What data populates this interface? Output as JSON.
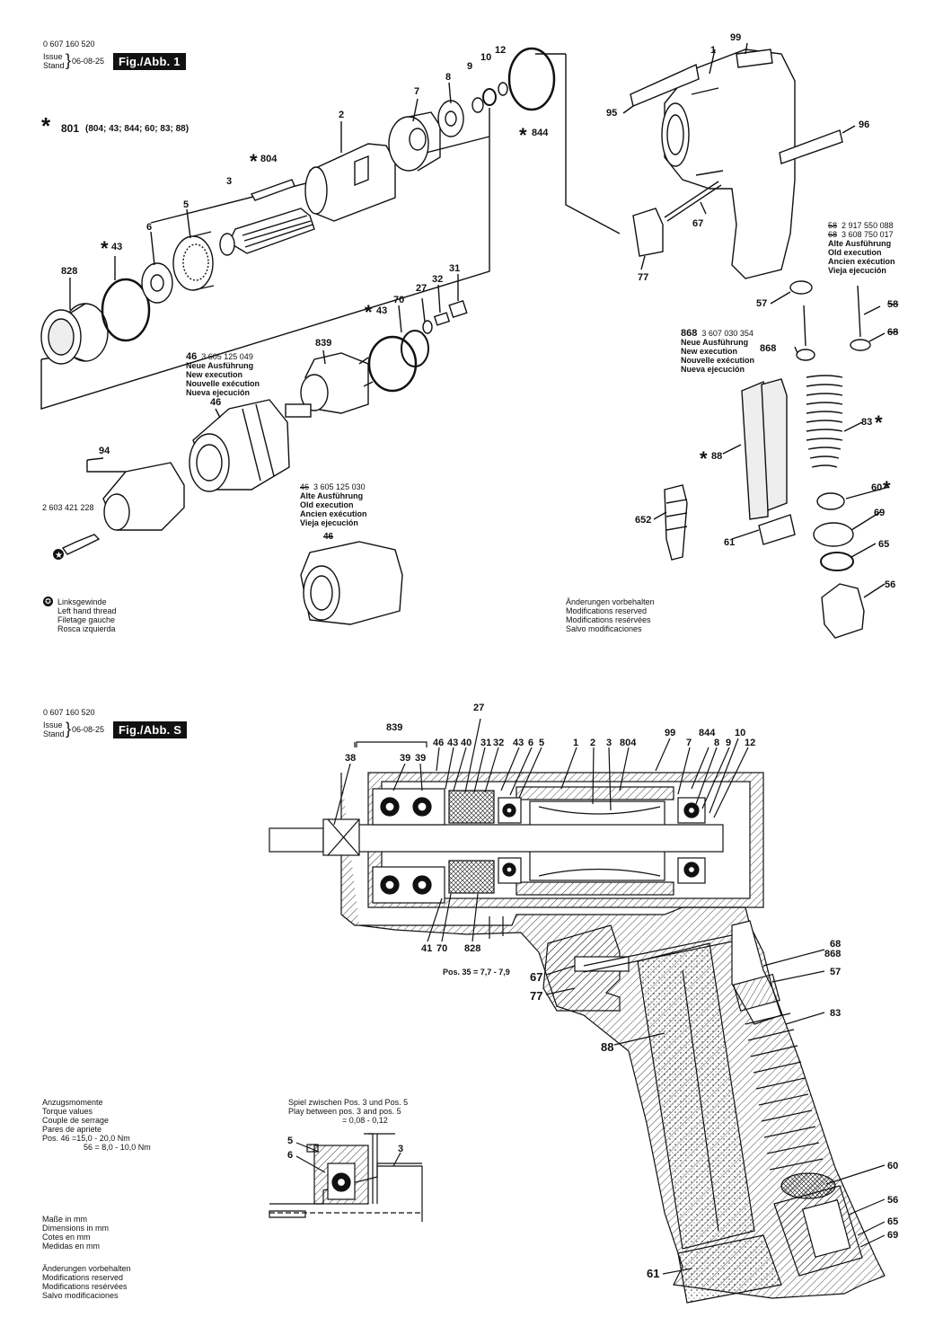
{
  "sheet1": {
    "part_number": "0 607 160 520",
    "issue_label": "Issue",
    "stand_label": "Stand",
    "issue_date": "06-08-25",
    "figure_title": "Fig./Abb. 1",
    "kit_line_num": "801",
    "kit_line_items": "(804; 43; 844; 60; 83; 88)",
    "callouts": {
      "c99": "99",
      "c1": "1",
      "c95": "95",
      "c96": "96",
      "c67": "67",
      "c77": "77",
      "c12": "12",
      "c10": "10",
      "c9": "9",
      "c8": "8",
      "c7": "7",
      "c2": "2",
      "c844": "844",
      "c804": "804",
      "c3": "3",
      "c5": "5",
      "c6": "6",
      "c43a": "43",
      "c828": "828",
      "c31": "31",
      "c32": "32",
      "c27": "27",
      "c70": "70",
      "c43b": "43",
      "c839": "839",
      "c46": "46",
      "c94": "94",
      "c57": "57",
      "c868": "868",
      "c83": "83",
      "c88": "88",
      "c60": "60",
      "c69": "69",
      "c65": "65",
      "c56": "56",
      "c652": "652",
      "c61": "61",
      "c58": "58",
      "c68": "68",
      "c46old": "46"
    },
    "notes": {
      "n46_num": "46",
      "n46_code": "3 605 125 049",
      "n46_lines": [
        "Neue Ausführung",
        "New execution",
        "Nouvelle exécution",
        "Nueva ejecución"
      ],
      "old46_num": "46",
      "old46_code": "3 605 125 030",
      "old46_lines": [
        "Alte Ausführung",
        "Old execution",
        "Ancien exécution",
        "Vieja ejecución"
      ],
      "n868_num": "868",
      "n868_code": "3 607 030 354",
      "n868_lines": [
        "Neue Ausführung",
        "New execution",
        "Nouvelle exécution",
        "Nueva ejecución"
      ],
      "old58_num": "58",
      "old58_code": "2 917 550 088",
      "old68_num": "68",
      "old68_code": "3 608 750 017",
      "old58_lines": [
        "Alte Ausführung",
        "Old execution",
        "Ancien exécution",
        "Vieja ejecución"
      ],
      "chuck_code": "2 603 421 228",
      "lefthand_lines": [
        "Linksgewinde",
        "Left hand thread",
        "Filetage gauche",
        "Rosca izquierda"
      ],
      "mods_lines": [
        "Änderungen vorbehalten",
        "Modifications reserved",
        "Modifications resérvées",
        "Salvo modificaciones"
      ]
    }
  },
  "sheet2": {
    "part_number": "0 607 160 520",
    "issue_label": "Issue",
    "stand_label": "Stand",
    "issue_date": "06-08-25",
    "figure_title": "Fig./Abb. S",
    "top_callouts": [
      "46",
      "43",
      "40",
      "31",
      "32",
      "43",
      "6",
      "5",
      "1",
      "2",
      "3",
      "804",
      "99",
      "7",
      "844",
      "8",
      "9",
      "10",
      "12"
    ],
    "c839": "839",
    "c27": "27",
    "c38": "38",
    "c39a": "39",
    "c39b": "39",
    "bottom_callouts": [
      "41",
      "70",
      "828"
    ],
    "pos35": "Pos. 35 = 7,7 - 7,9",
    "right_callouts": {
      "c68": "68",
      "c868": "868",
      "c57": "57",
      "c83": "83",
      "c60": "60",
      "c56": "56",
      "c65": "65",
      "c69": "69"
    },
    "c67": "67",
    "c77": "77",
    "c88": "88",
    "c61": "61",
    "torque_lines": [
      "Anzugsmomente",
      "Torque values",
      "Couple de serrage",
      "Pares de apriete",
      "Pos. 46 =15,0 - 20,0 Nm",
      "56 =  8,0 - 10,0 Nm"
    ],
    "play_line1": "Spiel zwischen Pos. 3 und Pos. 5",
    "play_line2": "Play between pos. 3 and pos. 5",
    "play_value": "= 0,08 - 0,12",
    "detail_c5": "5",
    "detail_c6": "6",
    "detail_c3": "3",
    "dims_lines": [
      "Maße in mm",
      "Dimensions in mm",
      "Cotes en mm",
      "Medidas en mm"
    ],
    "mods_lines": [
      "Änderungen vorbehalten",
      "Modifications reserved",
      "Modifications resérvées",
      "Salvo modificaciones"
    ]
  },
  "colors": {
    "ink": "#111111",
    "paper": "#ffffff",
    "shade": "#d9d9d9"
  }
}
